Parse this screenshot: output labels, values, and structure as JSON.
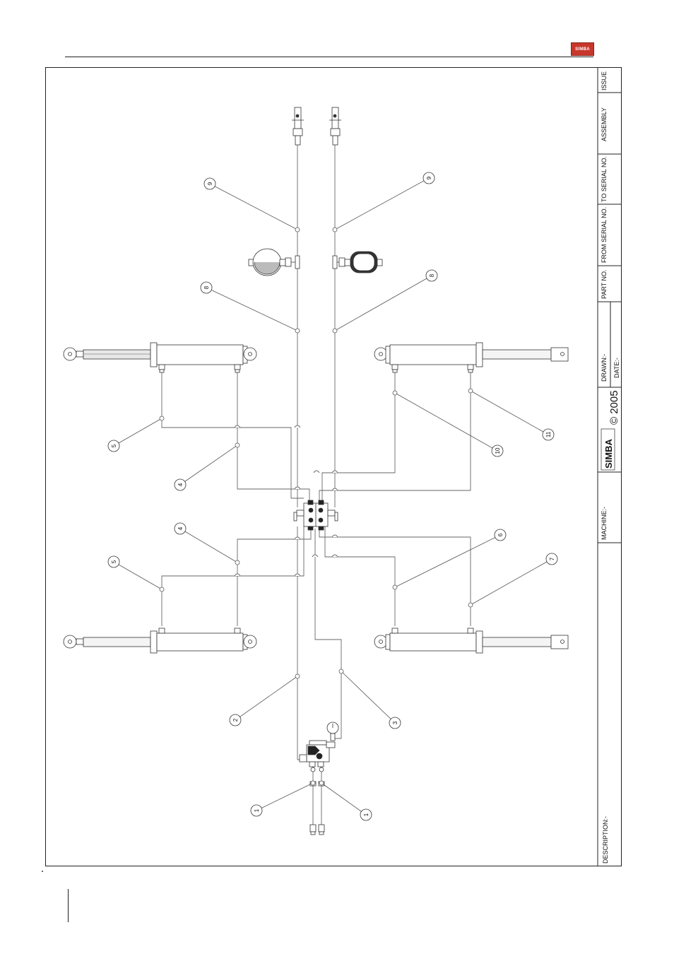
{
  "header": {
    "logo_text": "SIMBA"
  },
  "title_block": {
    "issue": "ISSUE",
    "assembly": "ASSEMBLY",
    "to_serial": "TO SERIAL NO.",
    "from_serial": "FROM SERIAL NO.",
    "part_no": "PART NO.",
    "drawn": "DRAWN:-",
    "date": "DATE:-",
    "copyright": "© 2005",
    "brand": "SIMBA",
    "machine": "MACHINE:-",
    "description": "DESCRIPTION:-"
  },
  "callouts": {
    "c1a": "1",
    "c1b": "1",
    "c2": "2",
    "c3": "3",
    "c4a": "4",
    "c4b": "4",
    "c5a": "5",
    "c5b": "5",
    "c6": "6",
    "c7": "7",
    "c8a": "8",
    "c8b": "8",
    "c9a": "9",
    "c9b": "9",
    "c10": "10",
    "c11": "11"
  }
}
